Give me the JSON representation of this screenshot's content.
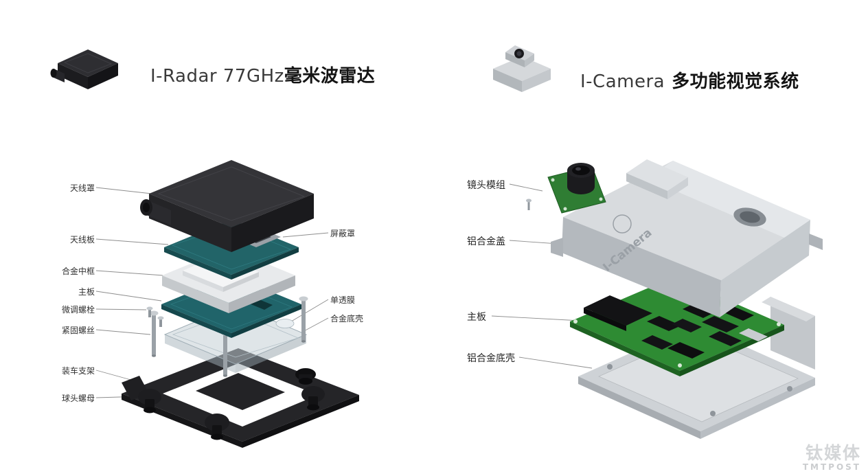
{
  "radar": {
    "title_en": "I-Radar 77GHz",
    "title_zh": "毫米波雷达",
    "parts_left": [
      {
        "text": "天线罩"
      },
      {
        "text": "天线板"
      },
      {
        "text": "合金中框"
      },
      {
        "text": "主板"
      },
      {
        "text": "微调螺栓"
      },
      {
        "text": "紧固螺丝"
      },
      {
        "text": "装车支架"
      },
      {
        "text": "球头螺母"
      }
    ],
    "parts_right": [
      {
        "text": "屏蔽罩"
      },
      {
        "text": "单透膜"
      },
      {
        "text": "合金底壳"
      }
    ]
  },
  "camera": {
    "title_en": "I-Camera",
    "title_zh": "多功能视觉系统",
    "embossed": "I-Camera",
    "parts": [
      {
        "text": "镜头模组"
      },
      {
        "text": "铝合金盖"
      },
      {
        "text": "主板"
      },
      {
        "text": "铝合金底壳"
      }
    ]
  },
  "watermark": {
    "line1": "钛媒体",
    "line2": "TMTPOST"
  },
  "colors": {
    "pcb_teal": "#20646a",
    "pcb_green": "#2e8b33",
    "aluminum": "#d8dbde",
    "dark_housing": "#2a2a2e"
  }
}
